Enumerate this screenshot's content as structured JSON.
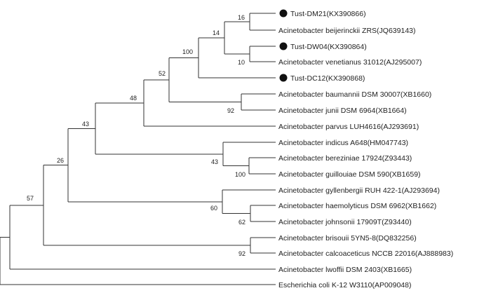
{
  "tree": {
    "line_color": "#333333",
    "marker_color": "#111111",
    "leaves": [
      {
        "id": "dm21",
        "label": "Tust-DM21(KX390866)",
        "highlight": true
      },
      {
        "id": "beij",
        "label": "Acinetobacter beijerinckii ZRS(JQ639143)",
        "highlight": false
      },
      {
        "id": "dw04",
        "label": "Tust-DW04(KX390864)",
        "highlight": true
      },
      {
        "id": "vene",
        "label": "Acinetobacter venetianus 31012(AJ295007)",
        "highlight": false
      },
      {
        "id": "dc12",
        "label": "Tust-DC12(KX390868)",
        "highlight": true
      },
      {
        "id": "baum",
        "label": "Acinetobacter baumannii DSM 30007(XB1660)",
        "highlight": false
      },
      {
        "id": "juni",
        "label": "Acinetobacter junii DSM 6964(XB1664)",
        "highlight": false
      },
      {
        "id": "parv",
        "label": "Acinetobacter parvus LUH4616(AJ293691)",
        "highlight": false
      },
      {
        "id": "indi",
        "label": "Acinetobacter indicus A648(HM047743)",
        "highlight": false
      },
      {
        "id": "bere",
        "label": "Acinetobacter bereziniae 17924(Z93443)",
        "highlight": false
      },
      {
        "id": "guil",
        "label": "Acinetobacter guillouiae DSM 590(XB1659)",
        "highlight": false
      },
      {
        "id": "gyll",
        "label": "Acinetobacter gyllenbergii RUH 422-1(AJ293694)",
        "highlight": false
      },
      {
        "id": "haem",
        "label": "Acinetobacter haemolyticus DSM 6962(XB1662)",
        "highlight": false
      },
      {
        "id": "john",
        "label": "Acinetobacter johnsonii 17909T(Z93440)",
        "highlight": false
      },
      {
        "id": "bris",
        "label": "Acinetobacter brisouii 5YN5-8(DQ832256)",
        "highlight": false
      },
      {
        "id": "calc",
        "label": "Acinetobacter calcoaceticus NCCB 22016(AJ888983)",
        "highlight": false
      },
      {
        "id": "lwof",
        "label": "Acinetobacter lwoffii DSM 2403(XB1665)",
        "highlight": false
      },
      {
        "id": "ecol",
        "label": "Escherichia coli K-12 W3110(AP009048)",
        "highlight": false
      }
    ],
    "support_values": [
      {
        "id": "n16",
        "value": "16"
      },
      {
        "id": "n14",
        "value": "14"
      },
      {
        "id": "n10",
        "value": "10"
      },
      {
        "id": "n100",
        "value": "100"
      },
      {
        "id": "n52",
        "value": "52"
      },
      {
        "id": "n92a",
        "value": "92"
      },
      {
        "id": "n48",
        "value": "48"
      },
      {
        "id": "n43a",
        "value": "43"
      },
      {
        "id": "n43b",
        "value": "43"
      },
      {
        "id": "n100b",
        "value": "100"
      },
      {
        "id": "n26",
        "value": "26"
      },
      {
        "id": "n60",
        "value": "60"
      },
      {
        "id": "n62",
        "value": "62"
      },
      {
        "id": "n57",
        "value": "57"
      },
      {
        "id": "n92b",
        "value": "92"
      }
    ]
  }
}
